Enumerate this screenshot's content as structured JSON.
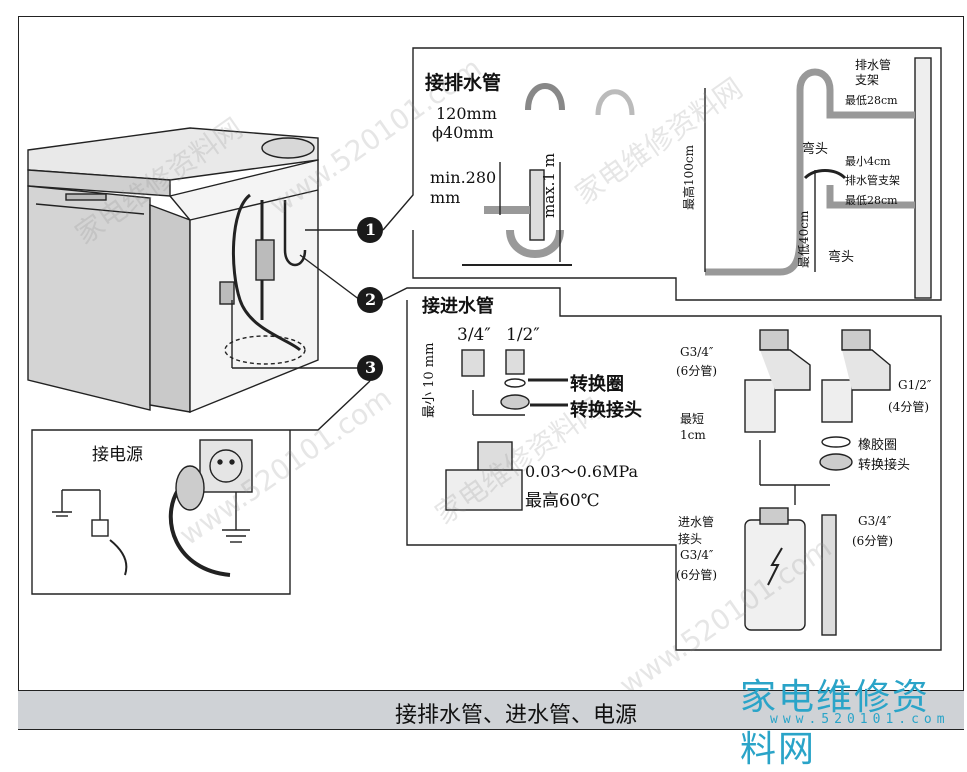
{
  "drain": {
    "title": "接排水管",
    "dim_120": "120mm",
    "dim_phi40": "ϕ40mm",
    "dim_min280": "min.280",
    "dim_mm": "mm",
    "dim_max1m": "max.1 m"
  },
  "drain_detail": {
    "bracket_label": "排水管",
    "bracket_label2": "支架",
    "min28_top": "最低28cm",
    "elbow": "弯头",
    "min4": "最小4cm",
    "bracket2": "排水管支架",
    "min28_bottom": "最低28cm",
    "max100": "最高100cm",
    "min40": "最低40cm",
    "elbow2": "弯头"
  },
  "inlet": {
    "title": "接进水管",
    "min10": "最小 10 mm",
    "size34": "3/4″",
    "size12": "1/2″",
    "ring": "转换圈",
    "adapter": "转换接头",
    "pressure": "0.03～0.6MPa",
    "temp": "最高60℃"
  },
  "inlet_detail": {
    "g34_left": "G3/4″",
    "g34_left_sub": "(6分管)",
    "g12": "G1/2″",
    "g12_sub": "(4分管)",
    "shortest": "最短",
    "shortest_val": "1cm",
    "gasket": "橡胶圈",
    "adapter": "转换接头",
    "hose_joint": "进水管",
    "hose_joint2": "接头",
    "g34_joint": "G3/4″",
    "g34_joint_sub": "(6分管)",
    "g34_right": "G3/4″",
    "g34_right_sub": "(6分管)"
  },
  "power": {
    "title": "接电源"
  },
  "callouts": [
    "1",
    "2",
    "3"
  ],
  "caption": "接排水管、进水管、电源",
  "logo": {
    "cn": "家电维修资料网",
    "url": "www.520101.com"
  },
  "watermarks": [
    "家电维修资料网",
    "www.520101.com",
    "家电维修资料网",
    "www.520101.com",
    "家电维修资料网",
    "www.520101.com"
  ]
}
